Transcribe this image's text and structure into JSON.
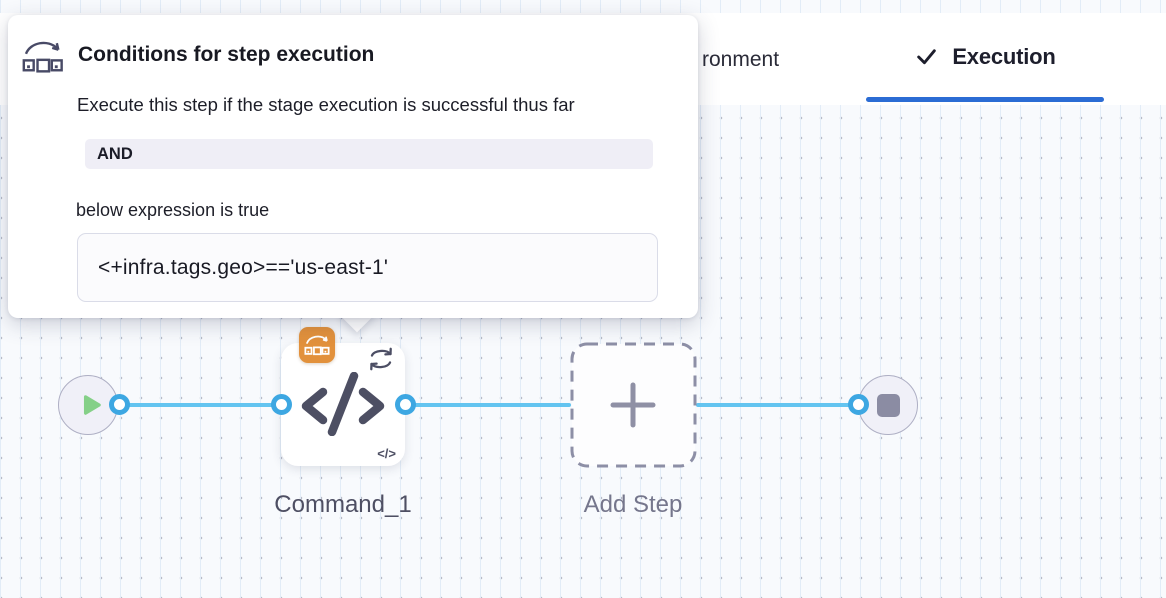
{
  "colors": {
    "accent_underline": "#2b6cd4",
    "connector_line": "#63c4f0",
    "port_ring": "#3da7e2",
    "play_green": "#85d088",
    "badge_orange": "#e2913c",
    "node_slate": "#4d4f63",
    "canvas_dot": "#b8bbc7",
    "canvas_line": "#e2ecf7"
  },
  "header": {
    "tabs": [
      {
        "label": "ronment",
        "active": false
      },
      {
        "label": "Execution",
        "active": true
      }
    ]
  },
  "popover": {
    "title": "Conditions for step execution",
    "description": "Execute this step if the stage execution is successful thus far",
    "operator_badge": "AND",
    "expression_intro": "below expression is true",
    "expression": "<+infra.tags.geo>=='us-east-1'"
  },
  "canvas": {
    "steps": [
      {
        "name": "Command_1",
        "type": "command"
      },
      {
        "name": "Add Step",
        "type": "add-placeholder"
      }
    ],
    "code_glyph": "</>"
  }
}
